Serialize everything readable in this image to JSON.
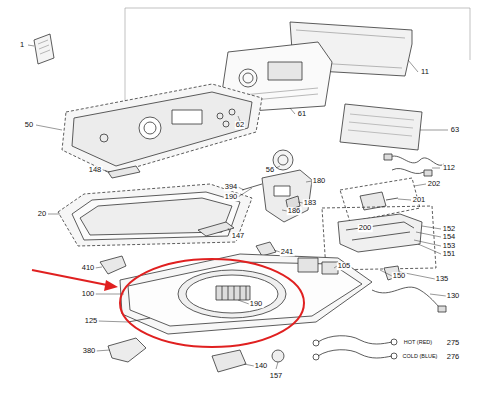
{
  "diagram": {
    "labels": [
      "1",
      "11",
      "63",
      "50",
      "62",
      "61",
      "112",
      "56",
      "202",
      "201",
      "200",
      "148",
      "394",
      "190",
      "180",
      "183",
      "186",
      "20",
      "147",
      "152",
      "154",
      "153",
      "151",
      "150",
      "241",
      "410",
      "105",
      "135",
      "100",
      "130",
      "125",
      "190",
      "380",
      "140",
      "157",
      "HOT (RED)",
      "275",
      "COLD (BLUE)",
      "276"
    ]
  }
}
